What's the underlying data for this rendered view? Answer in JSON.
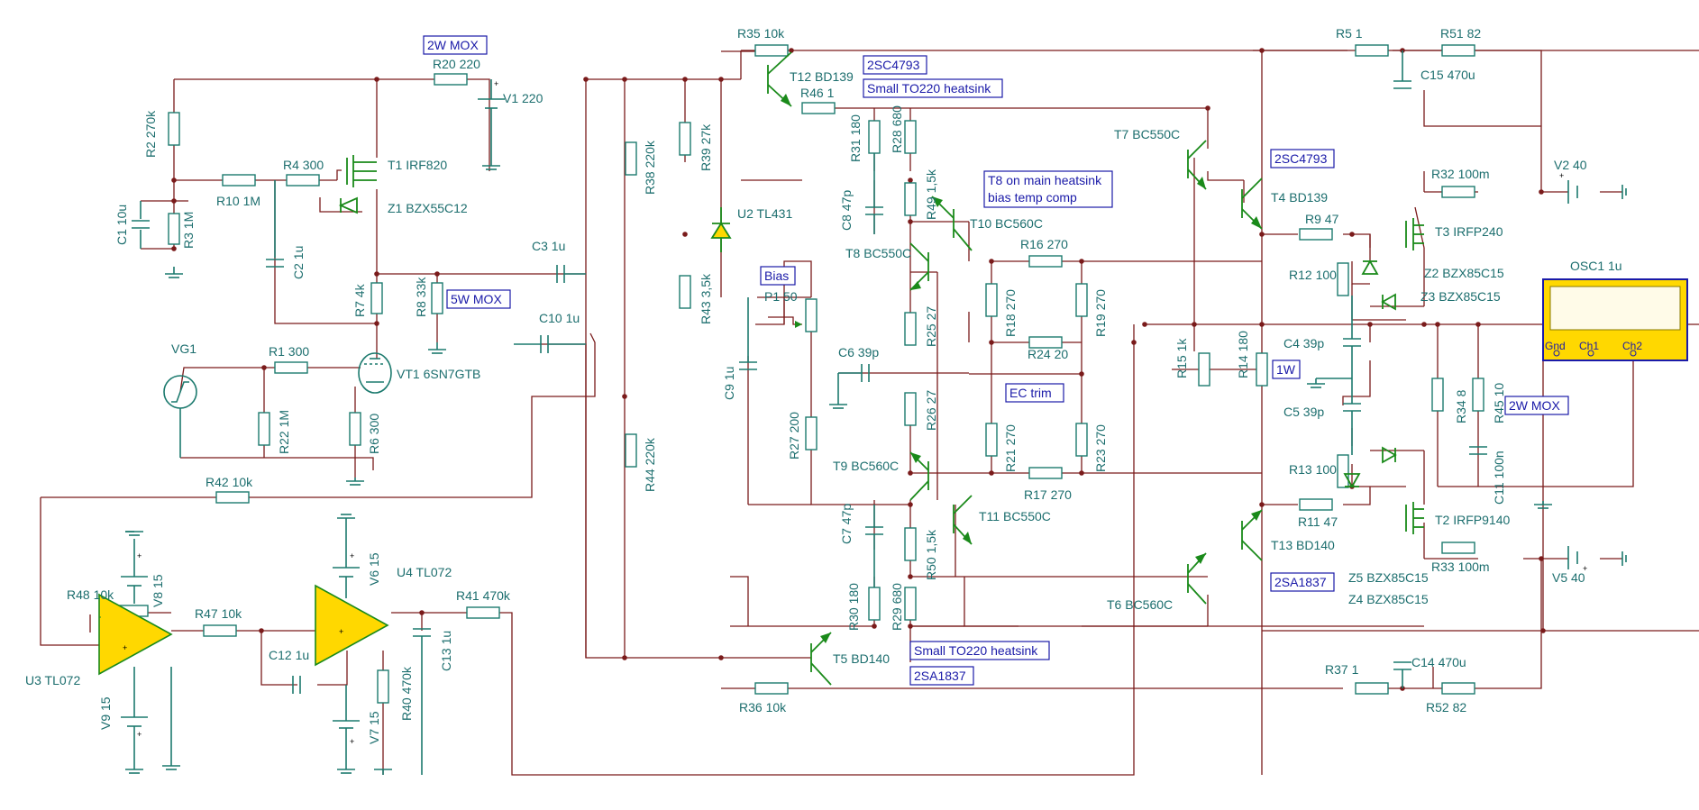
{
  "resistors": [
    {
      "id": "r2",
      "label": "R2 270k"
    },
    {
      "id": "r3",
      "label": "R3 1M"
    },
    {
      "id": "r10",
      "label": "R10 1M"
    },
    {
      "id": "r4",
      "label": "R4 300"
    },
    {
      "id": "r20",
      "label": "R20 220"
    },
    {
      "id": "r7",
      "label": "R7 4k"
    },
    {
      "id": "r8",
      "label": "R8 33k"
    },
    {
      "id": "r1",
      "label": "R1 300"
    },
    {
      "id": "r22",
      "label": "R22 1M"
    },
    {
      "id": "r6",
      "label": "R6 300"
    },
    {
      "id": "r42",
      "label": "R42 10k"
    },
    {
      "id": "r48",
      "label": "R48 10k"
    },
    {
      "id": "r47",
      "label": "R47 10k"
    },
    {
      "id": "r41",
      "label": "R41 470k"
    },
    {
      "id": "r40",
      "label": "R40 470k"
    },
    {
      "id": "r38",
      "label": "R38 220k"
    },
    {
      "id": "r44",
      "label": "R44 220k"
    },
    {
      "id": "r39",
      "label": "R39 27k"
    },
    {
      "id": "r43",
      "label": "R43 3,5k"
    },
    {
      "id": "r35",
      "label": "R35 10k"
    },
    {
      "id": "r46",
      "label": "R46 1"
    },
    {
      "id": "r31",
      "label": "R31 180"
    },
    {
      "id": "r28",
      "label": "R28 680"
    },
    {
      "id": "r49",
      "label": "R49 1,5k"
    },
    {
      "id": "r16",
      "label": "R16 270"
    },
    {
      "id": "r18",
      "label": "R18 270"
    },
    {
      "id": "r19",
      "label": "R19 270"
    },
    {
      "id": "r25",
      "label": "R25 27"
    },
    {
      "id": "r24",
      "label": "R24 20"
    },
    {
      "id": "r26",
      "label": "R26 27"
    },
    {
      "id": "r27",
      "label": "R27 200"
    },
    {
      "id": "r21",
      "label": "R21 270"
    },
    {
      "id": "r23",
      "label": "R23 270"
    },
    {
      "id": "r17",
      "label": "R17 270"
    },
    {
      "id": "r50",
      "label": "R50 1,5k"
    },
    {
      "id": "r30",
      "label": "R30 180"
    },
    {
      "id": "r29",
      "label": "R29 680"
    },
    {
      "id": "r36",
      "label": "R36 10k"
    },
    {
      "id": "r5",
      "label": "R5 1"
    },
    {
      "id": "r51",
      "label": "R51 82"
    },
    {
      "id": "r32",
      "label": "R32 100m"
    },
    {
      "id": "r9",
      "label": "R9 47"
    },
    {
      "id": "r12",
      "label": "R12 100"
    },
    {
      "id": "r15",
      "label": "R15 1k"
    },
    {
      "id": "r14",
      "label": "R14 180"
    },
    {
      "id": "r34",
      "label": "R34 8"
    },
    {
      "id": "r45",
      "label": "R45 10"
    },
    {
      "id": "r13",
      "label": "R13 100"
    },
    {
      "id": "r11",
      "label": "R11 47"
    },
    {
      "id": "r33",
      "label": "R33 100m"
    },
    {
      "id": "r37",
      "label": "R37 1"
    },
    {
      "id": "r52",
      "label": "R52 82"
    }
  ],
  "capacitors": [
    {
      "id": "c1",
      "label": "C1 10u"
    },
    {
      "id": "c2",
      "label": "C2 1u"
    },
    {
      "id": "c3",
      "label": "C3 1u"
    },
    {
      "id": "c10",
      "label": "C10 1u"
    },
    {
      "id": "c12",
      "label": "C12 1u"
    },
    {
      "id": "c13",
      "label": "C13 1u"
    },
    {
      "id": "c8",
      "label": "C8 47p"
    },
    {
      "id": "c9",
      "label": "C9 1u"
    },
    {
      "id": "c6",
      "label": "C6 39p"
    },
    {
      "id": "c7",
      "label": "C7 47p"
    },
    {
      "id": "c15",
      "label": "C15 470u"
    },
    {
      "id": "c4",
      "label": "C4 39p"
    },
    {
      "id": "c5",
      "label": "C5 39p"
    },
    {
      "id": "c11",
      "label": "C11 100n"
    },
    {
      "id": "c14",
      "label": "C14 470u"
    }
  ],
  "transistors": [
    {
      "id": "t1",
      "label": "T1 IRF820"
    },
    {
      "id": "t12",
      "label": "T12 BD139"
    },
    {
      "id": "t10",
      "label": "T10 BC560C"
    },
    {
      "id": "t8",
      "label": "T8 BC550C"
    },
    {
      "id": "t7",
      "label": "T7 BC550C"
    },
    {
      "id": "t4",
      "label": "T4 BD139"
    },
    {
      "id": "t3",
      "label": "T3 IRFP240"
    },
    {
      "id": "t9",
      "label": "T9 BC560C"
    },
    {
      "id": "t11",
      "label": "T11 BC550C"
    },
    {
      "id": "t6",
      "label": "T6 BC560C"
    },
    {
      "id": "t13",
      "label": "T13 BD140"
    },
    {
      "id": "t5",
      "label": "T5 BD140"
    },
    {
      "id": "t2",
      "label": "T2 IRFP9140"
    }
  ],
  "diodes": [
    {
      "id": "z1",
      "label": "Z1 BZX55C12"
    },
    {
      "id": "z2",
      "label": "Z2 BZX85C15"
    },
    {
      "id": "z3",
      "label": "Z3 BZX85C15"
    },
    {
      "id": "z5",
      "label": "Z5 BZX85C15"
    },
    {
      "id": "z4",
      "label": "Z4 BZX85C15"
    },
    {
      "id": "u2",
      "label": "U2 TL431"
    }
  ],
  "sources": [
    {
      "id": "v1",
      "label": "V1 220"
    },
    {
      "id": "v2",
      "label": "V2 40"
    },
    {
      "id": "v5",
      "label": "V5 40"
    },
    {
      "id": "v6",
      "label": "V6 15"
    },
    {
      "id": "v7",
      "label": "V7 15"
    },
    {
      "id": "v8",
      "label": "V8 15"
    },
    {
      "id": "v9",
      "label": "V9 15"
    },
    {
      "id": "vg1",
      "label": "VG1"
    }
  ],
  "ics": [
    {
      "id": "u3",
      "label": "U3 TL072"
    },
    {
      "id": "u4",
      "label": "U4 TL072"
    },
    {
      "id": "vt1",
      "label": "VT1 6SN7GTB"
    },
    {
      "id": "p1",
      "label": "P1 50"
    },
    {
      "id": "osc1",
      "label": "OSC1 1u"
    }
  ],
  "notes": [
    {
      "id": "n1",
      "text": "2W MOX"
    },
    {
      "id": "n2",
      "text": "5W MOX"
    },
    {
      "id": "n3",
      "text": "2SC4793"
    },
    {
      "id": "n4",
      "text": "Small TO220 heatsink"
    },
    {
      "id": "n5a",
      "text": "T8 on main heatsink"
    },
    {
      "id": "n5b",
      "text": "bias temp comp"
    },
    {
      "id": "n6",
      "text": "Bias"
    },
    {
      "id": "n7",
      "text": "EC trim"
    },
    {
      "id": "n8",
      "text": "2SC4793"
    },
    {
      "id": "n9",
      "text": "1W"
    },
    {
      "id": "n10",
      "text": "2W MOX"
    },
    {
      "id": "n11",
      "text": "2SA1837"
    },
    {
      "id": "n12",
      "text": "Small TO220 heatsink"
    },
    {
      "id": "n13",
      "text": "2SA1837"
    }
  ],
  "oscilloscope": {
    "gnd": "Gnd",
    "ch1": "Ch1",
    "ch2": "Ch2"
  },
  "polarity": {
    "plus": "+"
  }
}
